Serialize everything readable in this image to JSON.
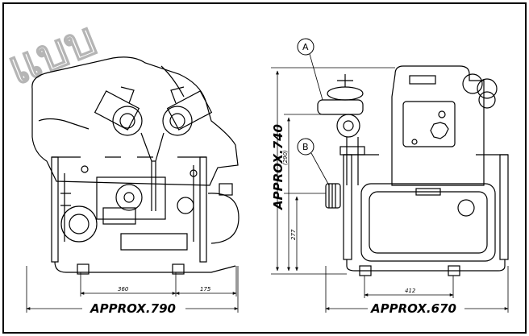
{
  "watermark": "แบบ",
  "side_view": {
    "overall_width_label": "APPROX.790",
    "wheelbase_label": "360",
    "rear_offset_label": "175"
  },
  "front_view": {
    "overall_height_label": "APPROX.740",
    "outlet_height_label": "(290)",
    "inlet_height_label": "277",
    "foot_spacing_label": "412",
    "overall_width_label": "APPROX.670",
    "callouts": [
      "A",
      "B"
    ]
  }
}
